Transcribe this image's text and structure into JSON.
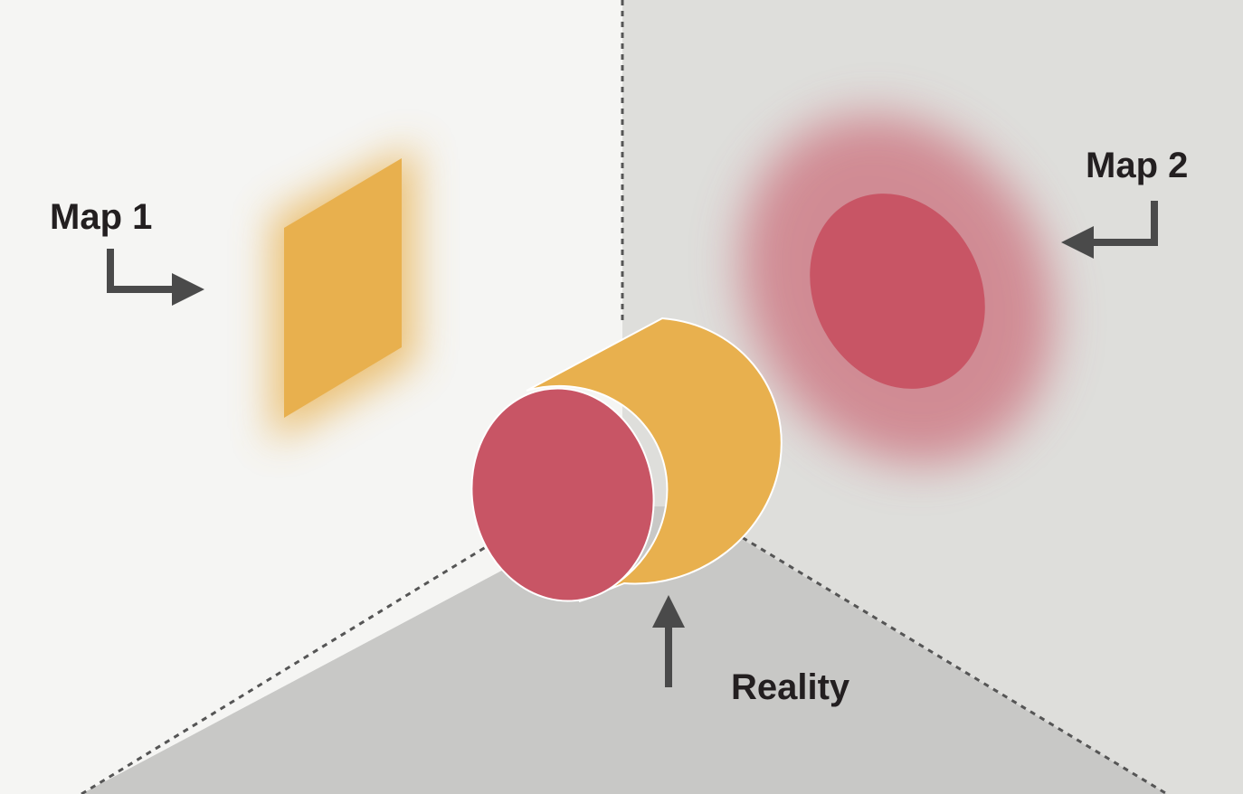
{
  "labels": {
    "map1": "Map 1",
    "map2": "Map 2",
    "reality": "Reality"
  },
  "colors": {
    "left_wall": "#f5f5f3",
    "right_wall": "#dededb",
    "floor": "#c8c8c6",
    "orange": "#e8b04e",
    "red": "#c85565",
    "arrow": "#4a4a4a",
    "text": "#231f20"
  },
  "icons": {
    "map1_arrow": "arrow-right-icon",
    "map2_arrow": "arrow-left-icon",
    "reality_arrow": "arrow-up-icon"
  }
}
